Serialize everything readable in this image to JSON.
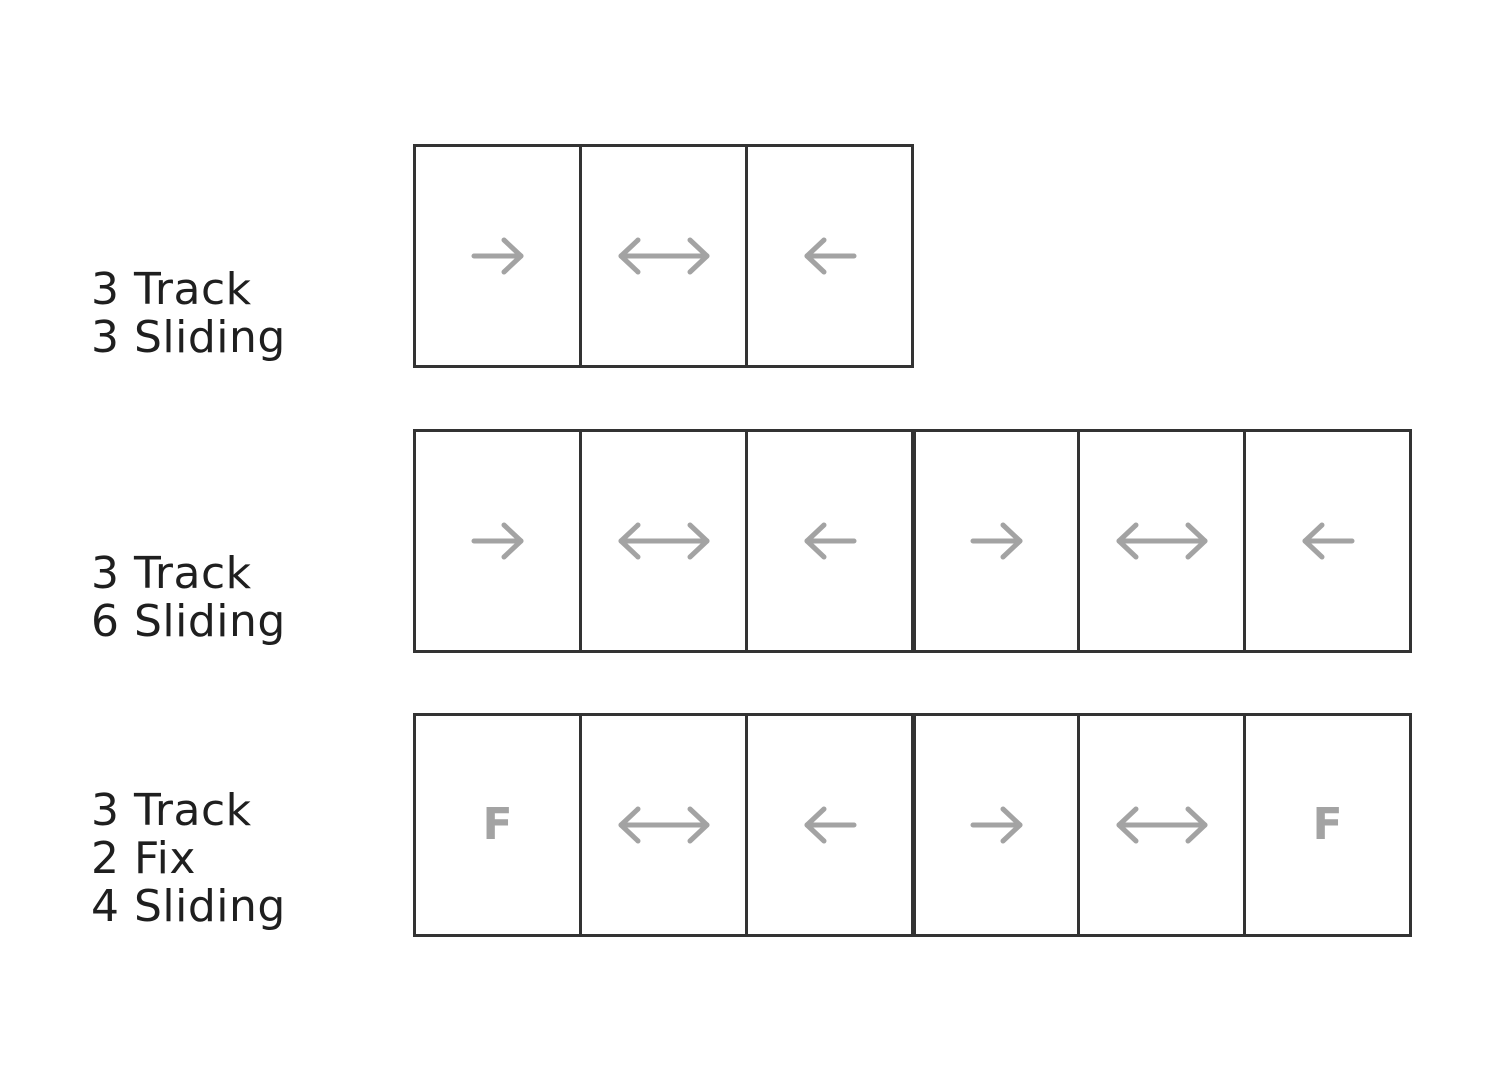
{
  "configurations": [
    {
      "label_lines": [
        "3 Track",
        "3 Sliding"
      ],
      "panels": [
        {
          "icon": "arrow-right-icon"
        },
        {
          "icon": "arrow-both-icon"
        },
        {
          "icon": "arrow-left-icon"
        }
      ]
    },
    {
      "label_lines": [
        "3 Track",
        "6 Sliding"
      ],
      "panels": [
        {
          "icon": "arrow-right-icon"
        },
        {
          "icon": "arrow-both-icon"
        },
        {
          "icon": "arrow-left-icon"
        },
        {
          "icon": "arrow-right-icon"
        },
        {
          "icon": "arrow-both-icon"
        },
        {
          "icon": "arrow-left-icon"
        }
      ]
    },
    {
      "label_lines": [
        "3 Track",
        "2 Fix",
        "4 Sliding"
      ],
      "panels": [
        {
          "icon": "fixed-letter",
          "text": "F"
        },
        {
          "icon": "arrow-both-icon"
        },
        {
          "icon": "arrow-left-icon"
        },
        {
          "icon": "arrow-right-icon"
        },
        {
          "icon": "arrow-both-icon"
        },
        {
          "icon": "fixed-letter",
          "text": "F"
        }
      ]
    }
  ],
  "colors": {
    "frame": "#333333",
    "icon": "#a3a3a3",
    "text": "#1f1f1f"
  }
}
